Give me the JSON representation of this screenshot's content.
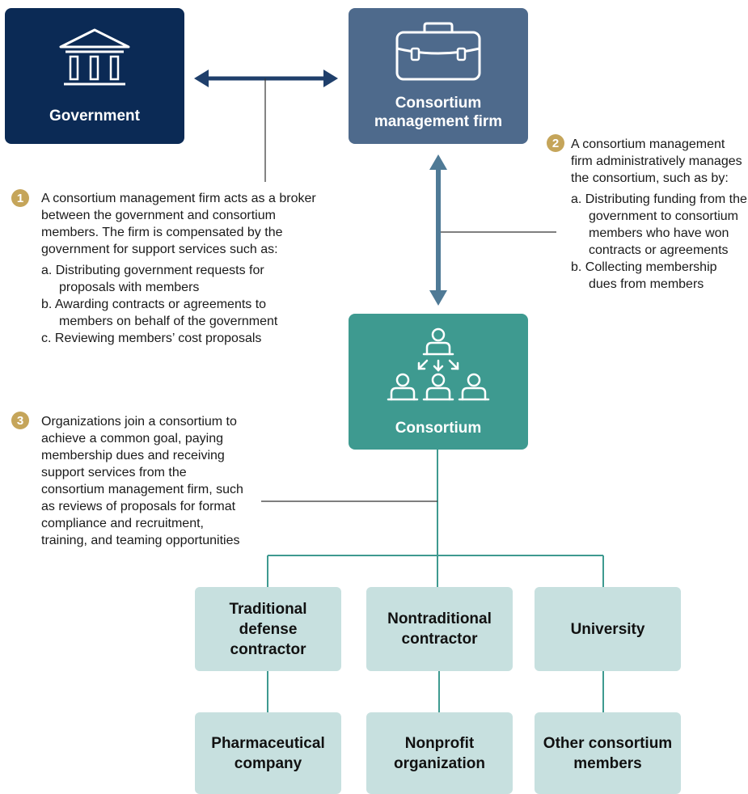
{
  "government": {
    "label": "Government",
    "icon": "government-building-icon"
  },
  "firm": {
    "label_line1": "Consortium",
    "label_line2": "management firm",
    "icon": "briefcase-icon"
  },
  "consortium": {
    "label": "Consortium",
    "icon": "org-hierarchy-icon"
  },
  "note1": {
    "number": "1",
    "text": "A consortium management firm acts as a broker between the government and consortium members. The firm is compensated by the government for support services such as:",
    "items": [
      "a. Distributing government requests for proposals with members",
      "b. Awarding contracts or agreements to members on behalf of the government",
      "c. Reviewing members’ cost proposals"
    ]
  },
  "note2": {
    "number": "2",
    "text": "A consortium management firm administratively manages the consortium, such as by:",
    "items": [
      "a. Distributing funding from the government to consortium members who have won contracts or agreements",
      "b. Collecting membership dues from members"
    ]
  },
  "note3": {
    "number": "3",
    "text": "Organizations join a consortium to achieve a common goal, paying membership dues and receiving support services from the consortium management firm, such as reviews of proposals for format compliance and recruitment, training, and teaming opportunities"
  },
  "members": [
    "Traditional defense contractor",
    "Nontraditional contractor",
    "University",
    "Pharmaceutical company",
    "Nonprofit organization",
    "Other consortium members"
  ],
  "colors": {
    "government": "#0b2a55",
    "firm": "#4e6a8c",
    "consortium": "#3e9a90",
    "member": "#c7e0df",
    "badge": "#c5a55a"
  }
}
